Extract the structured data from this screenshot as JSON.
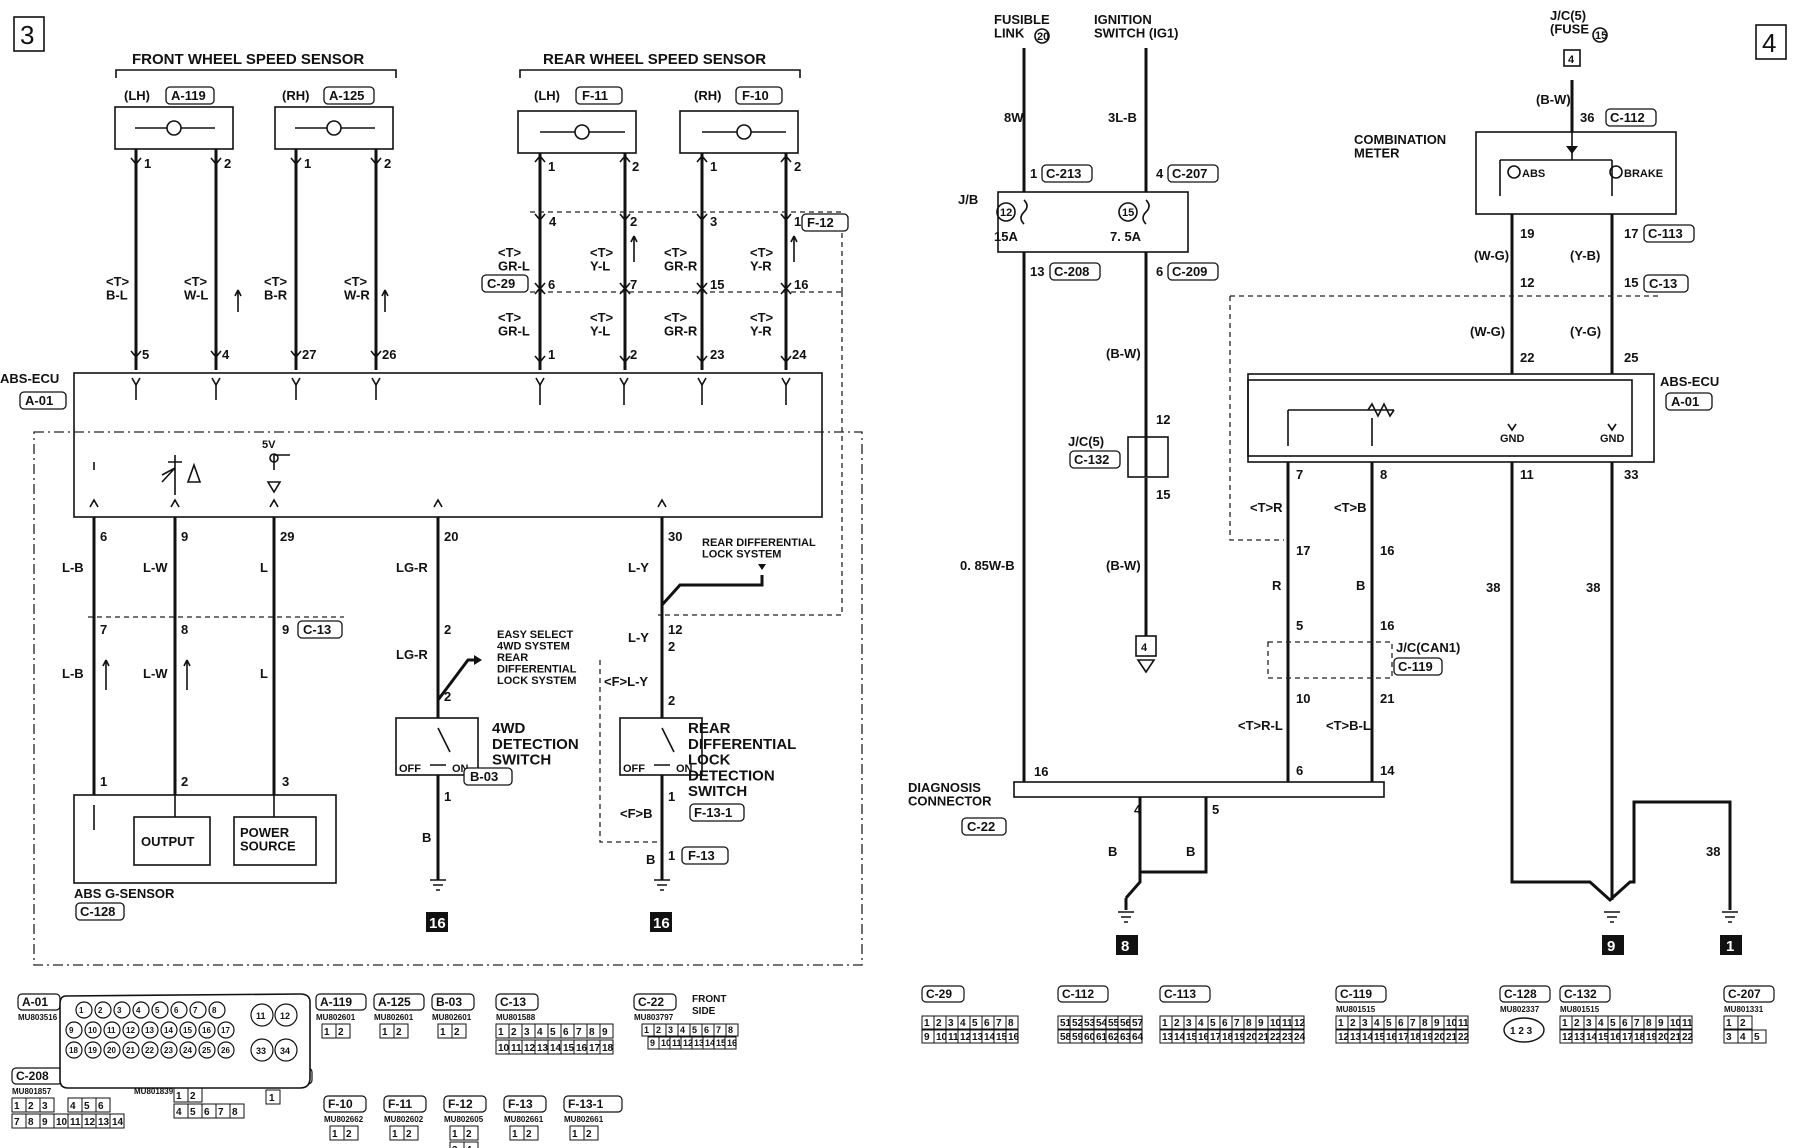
{
  "page_numbers": {
    "left": "3",
    "right": "4"
  },
  "front_sensor": {
    "title": "FRONT WHEEL SPEED SENSOR",
    "lh": "(LH)",
    "lh_conn": "A-119",
    "rh": "(RH)",
    "rh_conn": "A-125"
  },
  "rear_sensor": {
    "title": "REAR WHEEL SPEED SENSOR",
    "lh": "(LH)",
    "lh_conn": "F-11",
    "rh": "(RH)",
    "rh_conn": "F-10"
  },
  "abs_ecu": {
    "label": "ABS-ECU",
    "conn": "A-01",
    "gnd": "GND",
    "sv": "5V"
  },
  "left_wires": {
    "f1": "<T>\nB-L",
    "f2": "<T>\nW-L",
    "f3": "<T>\nB-R",
    "f4": "<T>\nW-R",
    "r_top": [
      "<T>\nGR-L",
      "<T>\nY-L",
      "<T>\nGR-R",
      "<T>\nY-R"
    ],
    "r_bot": [
      "<T>\nGR-L",
      "<T>\nY-L",
      "<T>\nGR-R",
      "<T>\nY-R"
    ],
    "c29": "C-29",
    "f12": "F-12",
    "c13": "C-13",
    "lb": "L-B",
    "lw": "L-W",
    "l": "L",
    "lgr": "LG-R",
    "ly": "L-Y",
    "fly": "<F>L-Y",
    "fb": "<F>B",
    "b": "B"
  },
  "gsensor": {
    "label": "ABS G-SENSOR",
    "conn": "C-128",
    "output": "OUTPUT",
    "power": "POWER\nSOURCE"
  },
  "wd_switch": {
    "label": "4WD\nDETECTION\nSWITCH",
    "conn": "B-03",
    "off": "OFF",
    "on": "ON"
  },
  "rear_lock_switch": {
    "label": "REAR\nDIFFERENTIAL\nLOCK\nDETECTION\nSWITCH",
    "conn": "F-13-1",
    "conn2": "F-13"
  },
  "notes": {
    "easy_select": "EASY SELECT\n4WD SYSTEM\nREAR\nDIFFERENTIAL\nLOCK SYSTEM",
    "rear_diff": "REAR DIFFERENTIAL\nLOCK SYSTEM"
  },
  "grounds": {
    "g16a": "16",
    "g16b": "16",
    "g8": "8",
    "g9": "9",
    "g1": "1"
  },
  "right": {
    "fusible": "FUSIBLE\nLINK",
    "fusible_num": "20",
    "ignition": "IGNITION\nSWITCH (IG1)",
    "jc5_top": "J/C(5)\n(FUSE",
    "fuse_num": "15",
    "ref4": "4",
    "w8w": "8W",
    "w3lb": "3L-B",
    "bw": "(B-W)",
    "w085": "0. 85W-B",
    "jb": "J/B",
    "fuse12": "12",
    "fuse15": "15",
    "amp15": "15A",
    "amp75": "7. 5A",
    "c213": "C-213",
    "c207": "C-207",
    "c208": "C-208",
    "c209": "C-209",
    "jc5": "J/C(5)",
    "c132": "C-132",
    "combo": "COMBINATION\nMETER",
    "c112": "C-112",
    "abs": "ABS",
    "brake": "BRAKE",
    "wg": "(W-G)",
    "yb": "(Y-B)",
    "yg": "(Y-G)",
    "c113": "C-113",
    "c13": "C-13",
    "tr": "<T>R",
    "tb": "<T>B",
    "r": "R",
    "b": "B",
    "trl": "<T>R-L",
    "tbl": "<T>B-L",
    "jccan": "J/C(CAN1)",
    "c119": "C-119",
    "diag": "DIAGNOSIS\nCONNECTOR",
    "c22": "C-22",
    "n38": "38"
  },
  "left_connectors": [
    {
      "name": "A-01",
      "code": "MU803516"
    },
    {
      "name": "A-119",
      "code": "MU802601"
    },
    {
      "name": "A-125",
      "code": "MU802601"
    },
    {
      "name": "B-03",
      "code": "MU802601"
    },
    {
      "name": "C-13",
      "code": "MU801588"
    },
    {
      "name": "C-22",
      "code": "MU803797",
      "note": "FRONT\nSIDE"
    },
    {
      "name": "C-208",
      "code": "MU801857"
    },
    {
      "name": "C-209",
      "code": "MU801839"
    },
    {
      "name": "C-213",
      "code": ""
    },
    {
      "name": "F-10",
      "code": "MU802662"
    },
    {
      "name": "F-11",
      "code": "MU802602"
    },
    {
      "name": "F-12",
      "code": "MU802605"
    },
    {
      "name": "F-13",
      "code": "MU802661"
    },
    {
      "name": "F-13-1",
      "code": "MU802661"
    }
  ],
  "right_connectors": [
    {
      "name": "C-29",
      "code": ""
    },
    {
      "name": "C-112",
      "code": ""
    },
    {
      "name": "C-113",
      "code": ""
    },
    {
      "name": "C-119",
      "code": "MU801515"
    },
    {
      "name": "C-128",
      "code": "MU802337"
    },
    {
      "name": "C-132",
      "code": "MU801515"
    },
    {
      "name": "C-207",
      "code": "MU801331"
    }
  ]
}
